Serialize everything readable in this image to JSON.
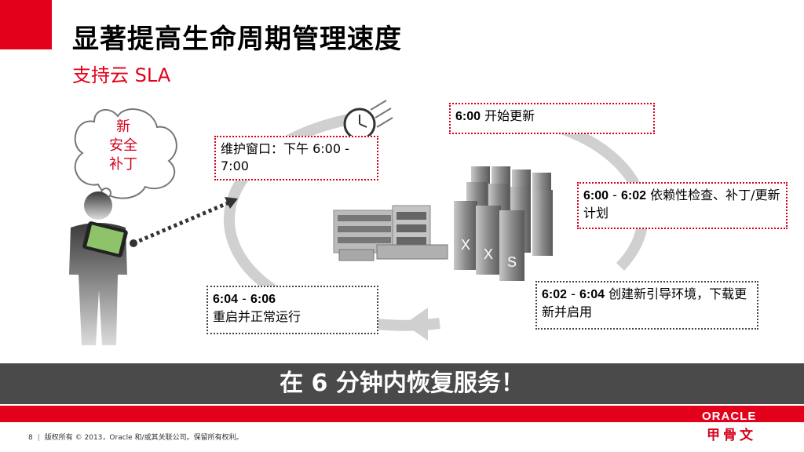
{
  "slide": {
    "title": "显著提高生命周期管理速度",
    "subtitle": "支持云 SLA"
  },
  "cloud": {
    "lines": [
      "新",
      "安全",
      "补丁"
    ]
  },
  "callouts": {
    "maintenance": "维护窗口：下午 6:00 - 7:00",
    "start": {
      "time": "6:00",
      "text": " 开始更新"
    },
    "check": {
      "time_from": "6:00",
      "dash": " - ",
      "time_to": "6:02",
      "text": " 依赖性检查、补丁/更新计划"
    },
    "create": {
      "time_from": "6:02",
      "dash": " - ",
      "time_to": "6:04",
      "text": " 创建新引导环境，下载更新并启用"
    },
    "restart": {
      "time_from": "6:04",
      "dash": " - ",
      "time_to": "6:06",
      "text": "重启并正常运行"
    }
  },
  "servers": {
    "labels": [
      "X",
      "X",
      "S"
    ]
  },
  "banner": {
    "text": "在 6 分钟内恢复服务！"
  },
  "footer": {
    "page": "8",
    "sep": "|",
    "copyright": "版权所有 © 2013，Oracle 和/或其关联公司。保留所有权利。"
  },
  "logo": {
    "en": "ORACLE",
    "cn": "甲骨文"
  },
  "colors": {
    "brand_red": "#e3001b",
    "banner_gray": "#4a4a4a",
    "ring_gray": "#d0d0d0"
  }
}
